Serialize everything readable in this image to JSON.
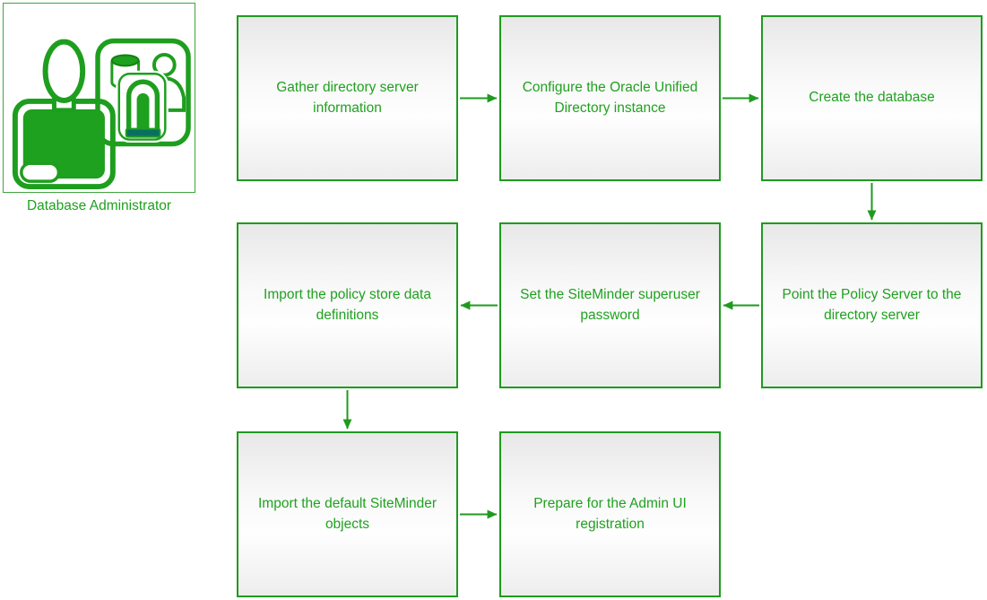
{
  "diagram": {
    "type": "flowchart",
    "title_implied": "Configure an Oracle Unified Directory as a policy store",
    "colors": {
      "accent_green": "#1e9b1e",
      "text_green": "#1fa11f",
      "icon_teal": "#0a6f63",
      "box_fill_top": "#e8e8e8",
      "box_fill_bottom": "#ededed",
      "background": "#ffffff"
    },
    "actor": {
      "label": "Database Administrator",
      "icon": "database-administrator-icon"
    },
    "steps": [
      {
        "id": "step-1",
        "label": "Gather directory server information"
      },
      {
        "id": "step-2",
        "label": "Configure the Oracle Unified Directory instance"
      },
      {
        "id": "step-3",
        "label": "Create the database"
      },
      {
        "id": "step-4",
        "label": "Point the Policy Server to the directory server"
      },
      {
        "id": "step-5",
        "label": "Set the SiteMinder superuser password"
      },
      {
        "id": "step-6",
        "label": "Import the policy store data definitions"
      },
      {
        "id": "step-7",
        "label": "Import the default SiteMinder objects"
      },
      {
        "id": "step-8",
        "label": "Prepare for the Admin UI registration"
      }
    ],
    "flow_edges": [
      {
        "from": "step-1",
        "to": "step-2",
        "direction": "right"
      },
      {
        "from": "step-2",
        "to": "step-3",
        "direction": "right"
      },
      {
        "from": "step-3",
        "to": "step-4",
        "direction": "down"
      },
      {
        "from": "step-4",
        "to": "step-5",
        "direction": "left"
      },
      {
        "from": "step-5",
        "to": "step-6",
        "direction": "left"
      },
      {
        "from": "step-6",
        "to": "step-7",
        "direction": "down"
      },
      {
        "from": "step-7",
        "to": "step-8",
        "direction": "right"
      }
    ]
  }
}
